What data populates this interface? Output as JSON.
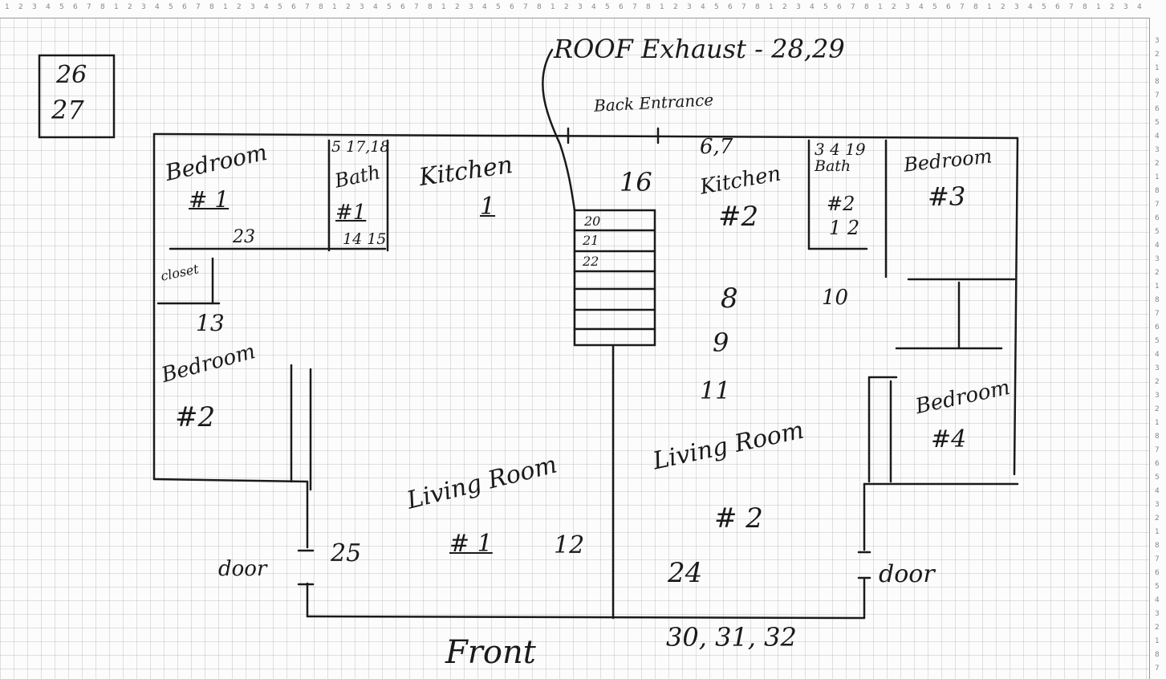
{
  "ruler": {
    "top_digits": [
      "1",
      "2",
      "3",
      "4",
      "5",
      "6",
      "7",
      "8"
    ],
    "right_digits": [
      "3",
      "2",
      "1",
      "8",
      "7",
      "6",
      "5",
      "4",
      "3",
      "2",
      "1",
      "8",
      "7",
      "6",
      "5",
      "4",
      "3",
      "2",
      "1",
      "8",
      "7",
      "6",
      "5",
      "4",
      "3",
      "2"
    ]
  },
  "labels": {
    "box_top": "26",
    "box_bottom": "27",
    "roof_exhaust": "ROOF Exhaust - 28,29",
    "back_entrance": "Back Entrance",
    "bedroom1_title": "Bedroom",
    "bedroom1_num": "# 1",
    "n23": "23",
    "bath1_nums": "5 17,18",
    "bath1_title": "Bath",
    "bath1_num": "#1",
    "bath1_bottom": "14 15",
    "kitchen1_title": "Kitchen",
    "kitchen1_num": "1",
    "n16": "16",
    "n67": "6,7",
    "kitchen2_title": "Kitchen",
    "kitchen2_num": "#2",
    "bath2_nums": "3 4 19",
    "bath2_title": "Bath",
    "bath2_num": "#2",
    "bath2_bottom": "1 2",
    "bedroom3_title": "Bedroom",
    "bedroom3_num": "#3",
    "stair_20": "20",
    "stair_21": "21",
    "stair_22": "22",
    "closet": "closet",
    "n13": "13",
    "bedroom2_title": "Bedroom",
    "bedroom2_num": "#2",
    "n8": "8",
    "n9": "9",
    "n10": "10",
    "n11": "11",
    "bedroom4_title": "Bedroom",
    "bedroom4_num": "#4",
    "living1_title": "Living Room",
    "living1_num": "# 1",
    "n12": "12",
    "n25": "25",
    "door_left": "door",
    "living2_title": "Living Room",
    "living2_num": "# 2",
    "n24": "24",
    "door_right": "door",
    "n303132": "30, 31, 32",
    "front": "Front"
  }
}
